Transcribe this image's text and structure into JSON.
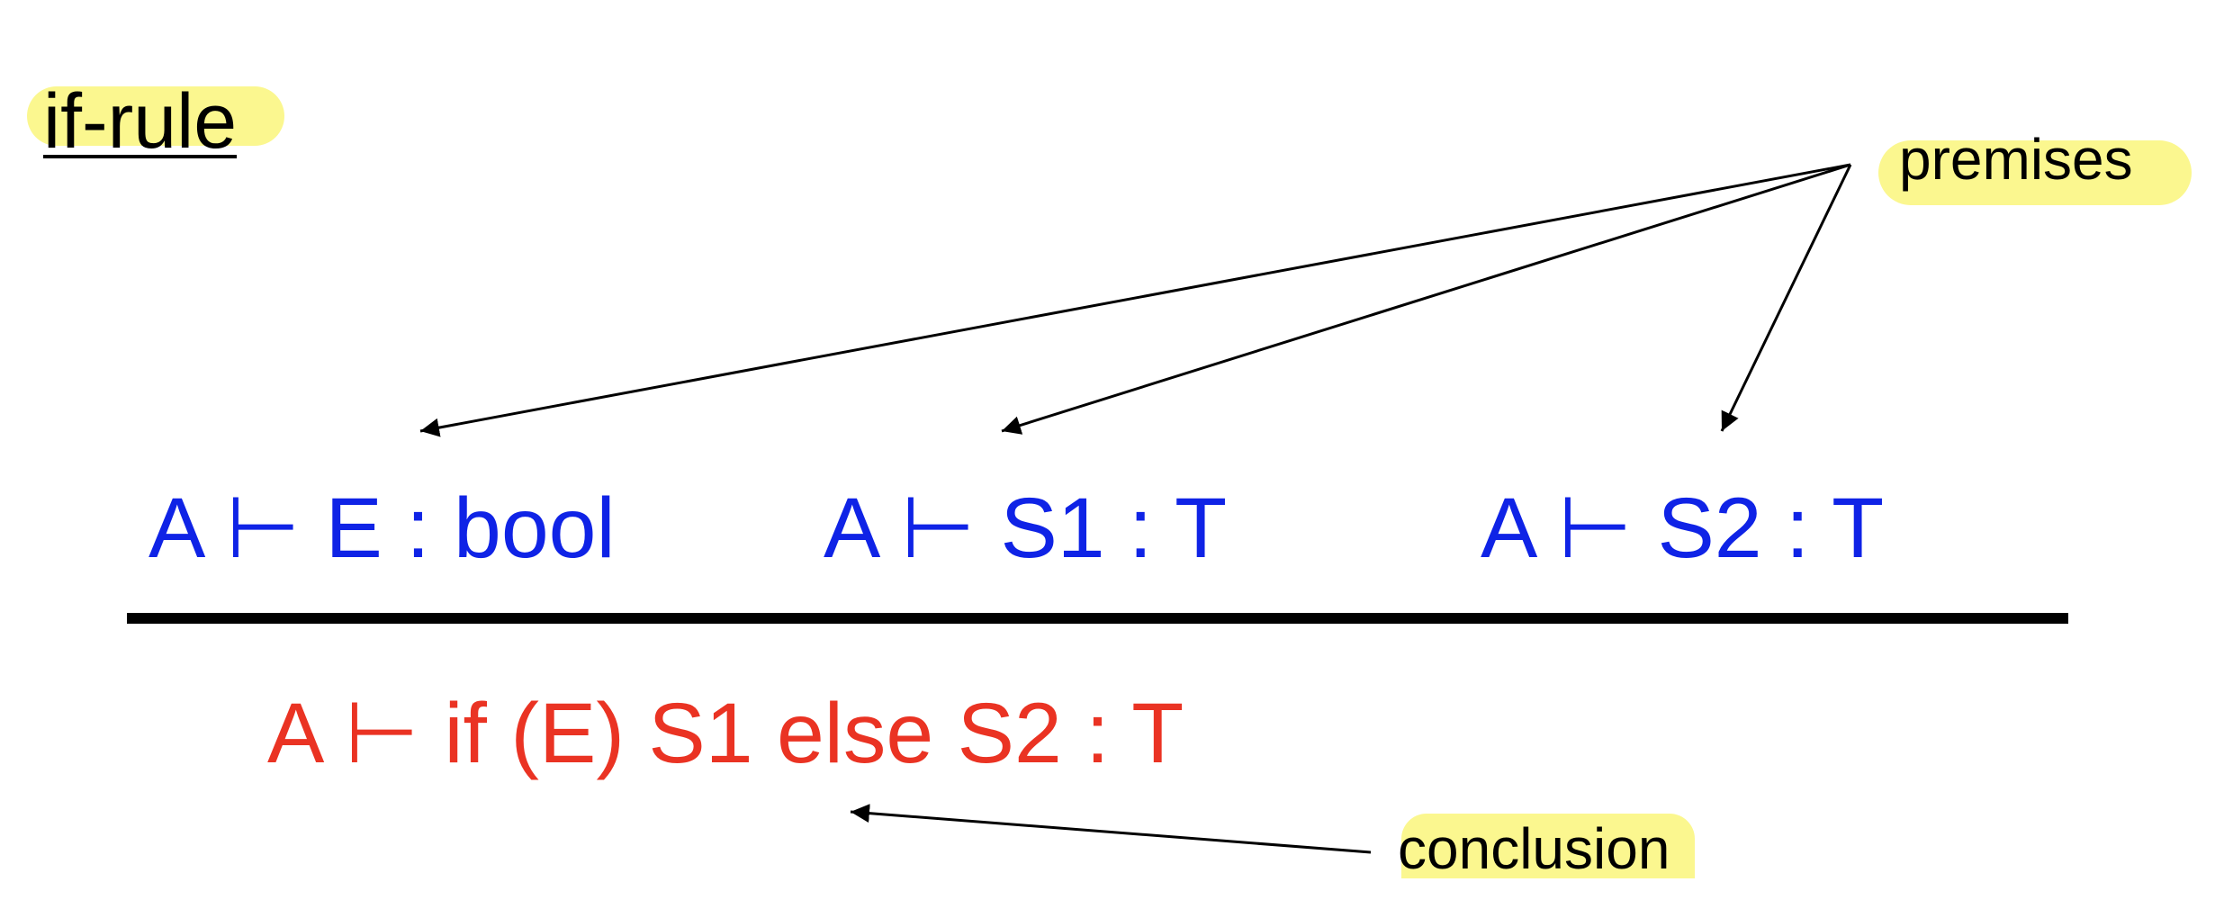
{
  "title": "if-rule",
  "annotations": {
    "premises": "premises",
    "conclusion": "conclusion"
  },
  "turnstile": "⊢",
  "premises": [
    {
      "left": "A",
      "right": "E : bool"
    },
    {
      "left": "A",
      "right": "S1 : T"
    },
    {
      "left": "A",
      "right": "S2 : T"
    }
  ],
  "conclusion": {
    "left": "A",
    "right": "if (E) S1 else S2 : T"
  },
  "colors": {
    "premise": "#0f23e6",
    "conclusion": "#ea3323",
    "highlight": "#fbf78f",
    "line": "#000000"
  }
}
